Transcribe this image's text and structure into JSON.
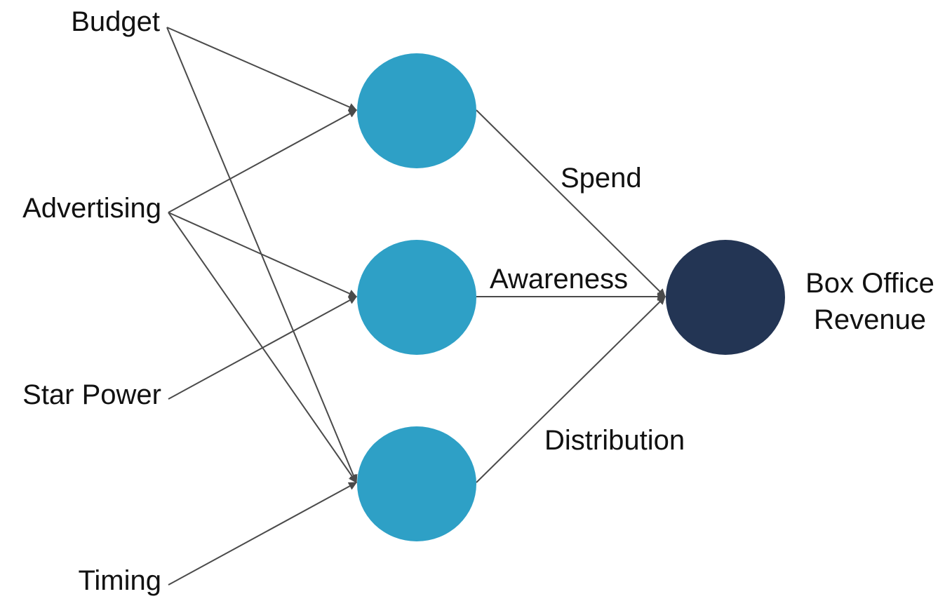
{
  "inputs": {
    "budget": "Budget",
    "advertising": "Advertising",
    "star_power": "Star Power",
    "timing": "Timing"
  },
  "edge_labels": {
    "spend": "Spend",
    "awareness": "Awareness",
    "distribution": "Distribution"
  },
  "output": {
    "line1": "Box Office",
    "line2": "Revenue"
  },
  "colors": {
    "hidden_node": "#2ea0c6",
    "output_node": "#233554",
    "edge": "#4a4a4a",
    "text": "#111111"
  },
  "edges": [
    {
      "from": "Budget",
      "to": "hidden-1"
    },
    {
      "from": "Budget",
      "to": "hidden-3"
    },
    {
      "from": "Advertising",
      "to": "hidden-1"
    },
    {
      "from": "Advertising",
      "to": "hidden-2"
    },
    {
      "from": "Advertising",
      "to": "hidden-3"
    },
    {
      "from": "Star Power",
      "to": "hidden-2"
    },
    {
      "from": "Timing",
      "to": "hidden-3"
    },
    {
      "from": "hidden-1",
      "to": "output"
    },
    {
      "from": "hidden-2",
      "to": "output"
    },
    {
      "from": "hidden-3",
      "to": "output"
    }
  ]
}
